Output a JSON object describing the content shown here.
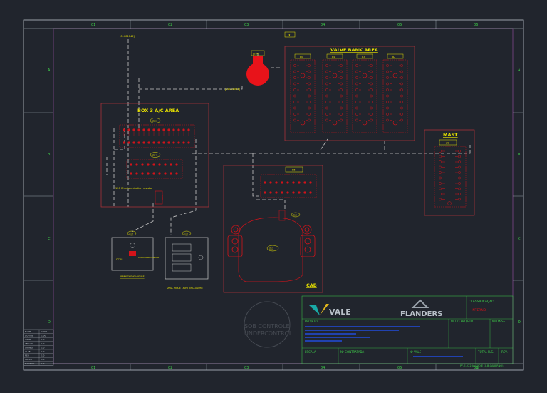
{
  "title_texts": {
    "valve_bank": "VALVE BANK AREA",
    "box3": "BOX 3 A/C AREA",
    "mast": "MAST",
    "cab": "CAB"
  },
  "labels": {
    "ref_top": "[01C01148]",
    "ref_mid": "[01C01083]",
    "x_tag": "X",
    "red_tag": "[E-M]",
    "box3_tag1": "Z23",
    "box3_tag2": "Z24",
    "resistor": "120 Ohm termination resistor",
    "cab_tag": "B5",
    "cab_tag2": "Z12",
    "cab_tag3": "Z14",
    "mast_tag": "Z0",
    "enc1_tag": "Z13",
    "enc2_tag": "Z16",
    "enc1_caption": "ARM KEY ENCLOSURE",
    "enc2_caption": "DRILL MODE LIGHT ENCLOSURE",
    "local": "LOCAL",
    "command_center": "COMMAND CENTER",
    "vb_tags": [
      "B0",
      "B4",
      "B3",
      "B2"
    ],
    "watermark_1": "SOB CONTROLE",
    "watermark_2": "UNDERCONTROL"
  },
  "grid": {
    "columns": [
      "01",
      "02",
      "03",
      "04",
      "05",
      "06"
    ],
    "rows": [
      "A",
      "B",
      "C",
      "D"
    ]
  },
  "title_block": {
    "company1": "VALE",
    "company2": "FLANDERS",
    "classificacao": "CLASSIFICAÇÃO",
    "classificacao_val": "INTERNO",
    "projeto": "PROJETO",
    "n_do_projeto": "Nº DO PROJETO",
    "n_da_se": "Nº DA SE",
    "escala": "ESCALA",
    "n_contratada": "Nº CONTRATADA",
    "n_vale": "Nº VALE",
    "total_fls": "TOTAL FLS.",
    "rev": "REV.",
    "doc_id": "PF-E-222 ANEXO E (A.B.CADERNO)",
    "sheet": "06"
  },
  "legend_rows": [
    [
      "NAME",
      "CODE"
    ],
    [
      "LIGHT B",
      "1.00"
    ],
    [
      "WHITE",
      "1.0"
    ],
    [
      "YELLOW",
      "1.0"
    ],
    [
      "ORANGE",
      "1.0"
    ],
    [
      "LT BE",
      "1.0"
    ],
    [
      "RED",
      "1.0"
    ],
    [
      "GREEN",
      "1.0"
    ],
    [
      "MAGENTA",
      "1.0"
    ]
  ],
  "colors": {
    "background": "#21252d",
    "frame": "#c9d1d9",
    "accent_red": "#d3131a",
    "highlight_yellow": "#e8e200",
    "cyan": "#2bd3d8",
    "green": "#3fd14a"
  }
}
